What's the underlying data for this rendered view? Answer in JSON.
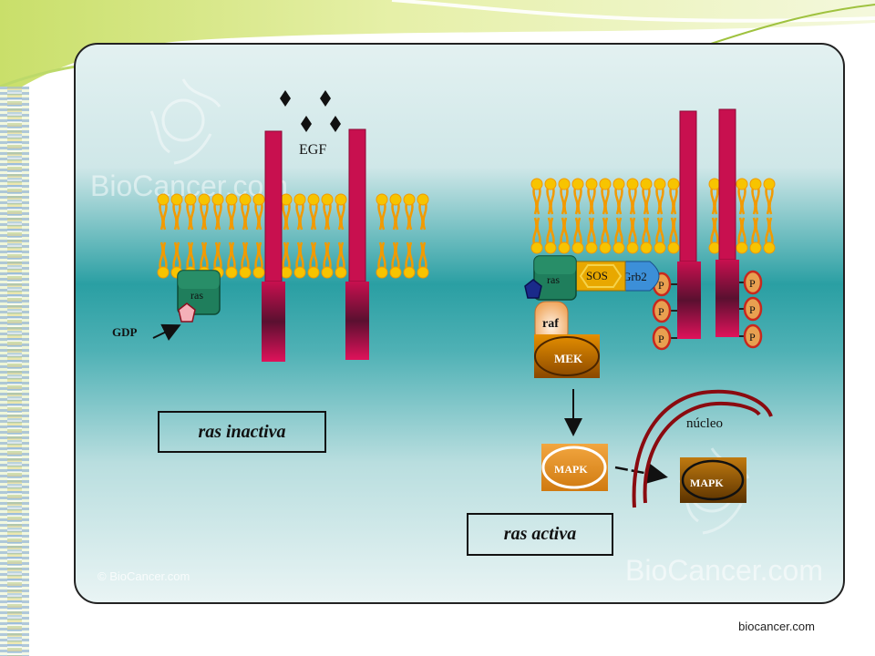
{
  "labels": {
    "egf": "EGF",
    "ras_inactive_box": "ras inactiva",
    "ras_active_box": "ras activa",
    "gdp": "GDP",
    "ras_left": "ras",
    "ras_right": "ras",
    "sos": "SOS",
    "grb2": "Grb2",
    "raf": "raf",
    "mek": "MEK",
    "mapk": "MAPK",
    "mapk_nucleus": "MAPK",
    "nucleus": "núcleo",
    "phospho": "P"
  },
  "watermarks": {
    "brand_left": "BioCancer.com",
    "brand_right": "BioCancer.com",
    "copyright": "© BioCancer.com"
  },
  "footer": {
    "site": "biocancer.com"
  },
  "colors": {
    "receptor": "#c8104f",
    "lipid_head": "#f7c400",
    "lipid_tail": "#f29a00",
    "ras": "#1f7e5c",
    "sos": "#e8a800",
    "grb2": "#3c8fd8",
    "mek": "#c97400",
    "nucleus_envelope": "#8a0b10",
    "phospho_ring": "#c8281e"
  }
}
